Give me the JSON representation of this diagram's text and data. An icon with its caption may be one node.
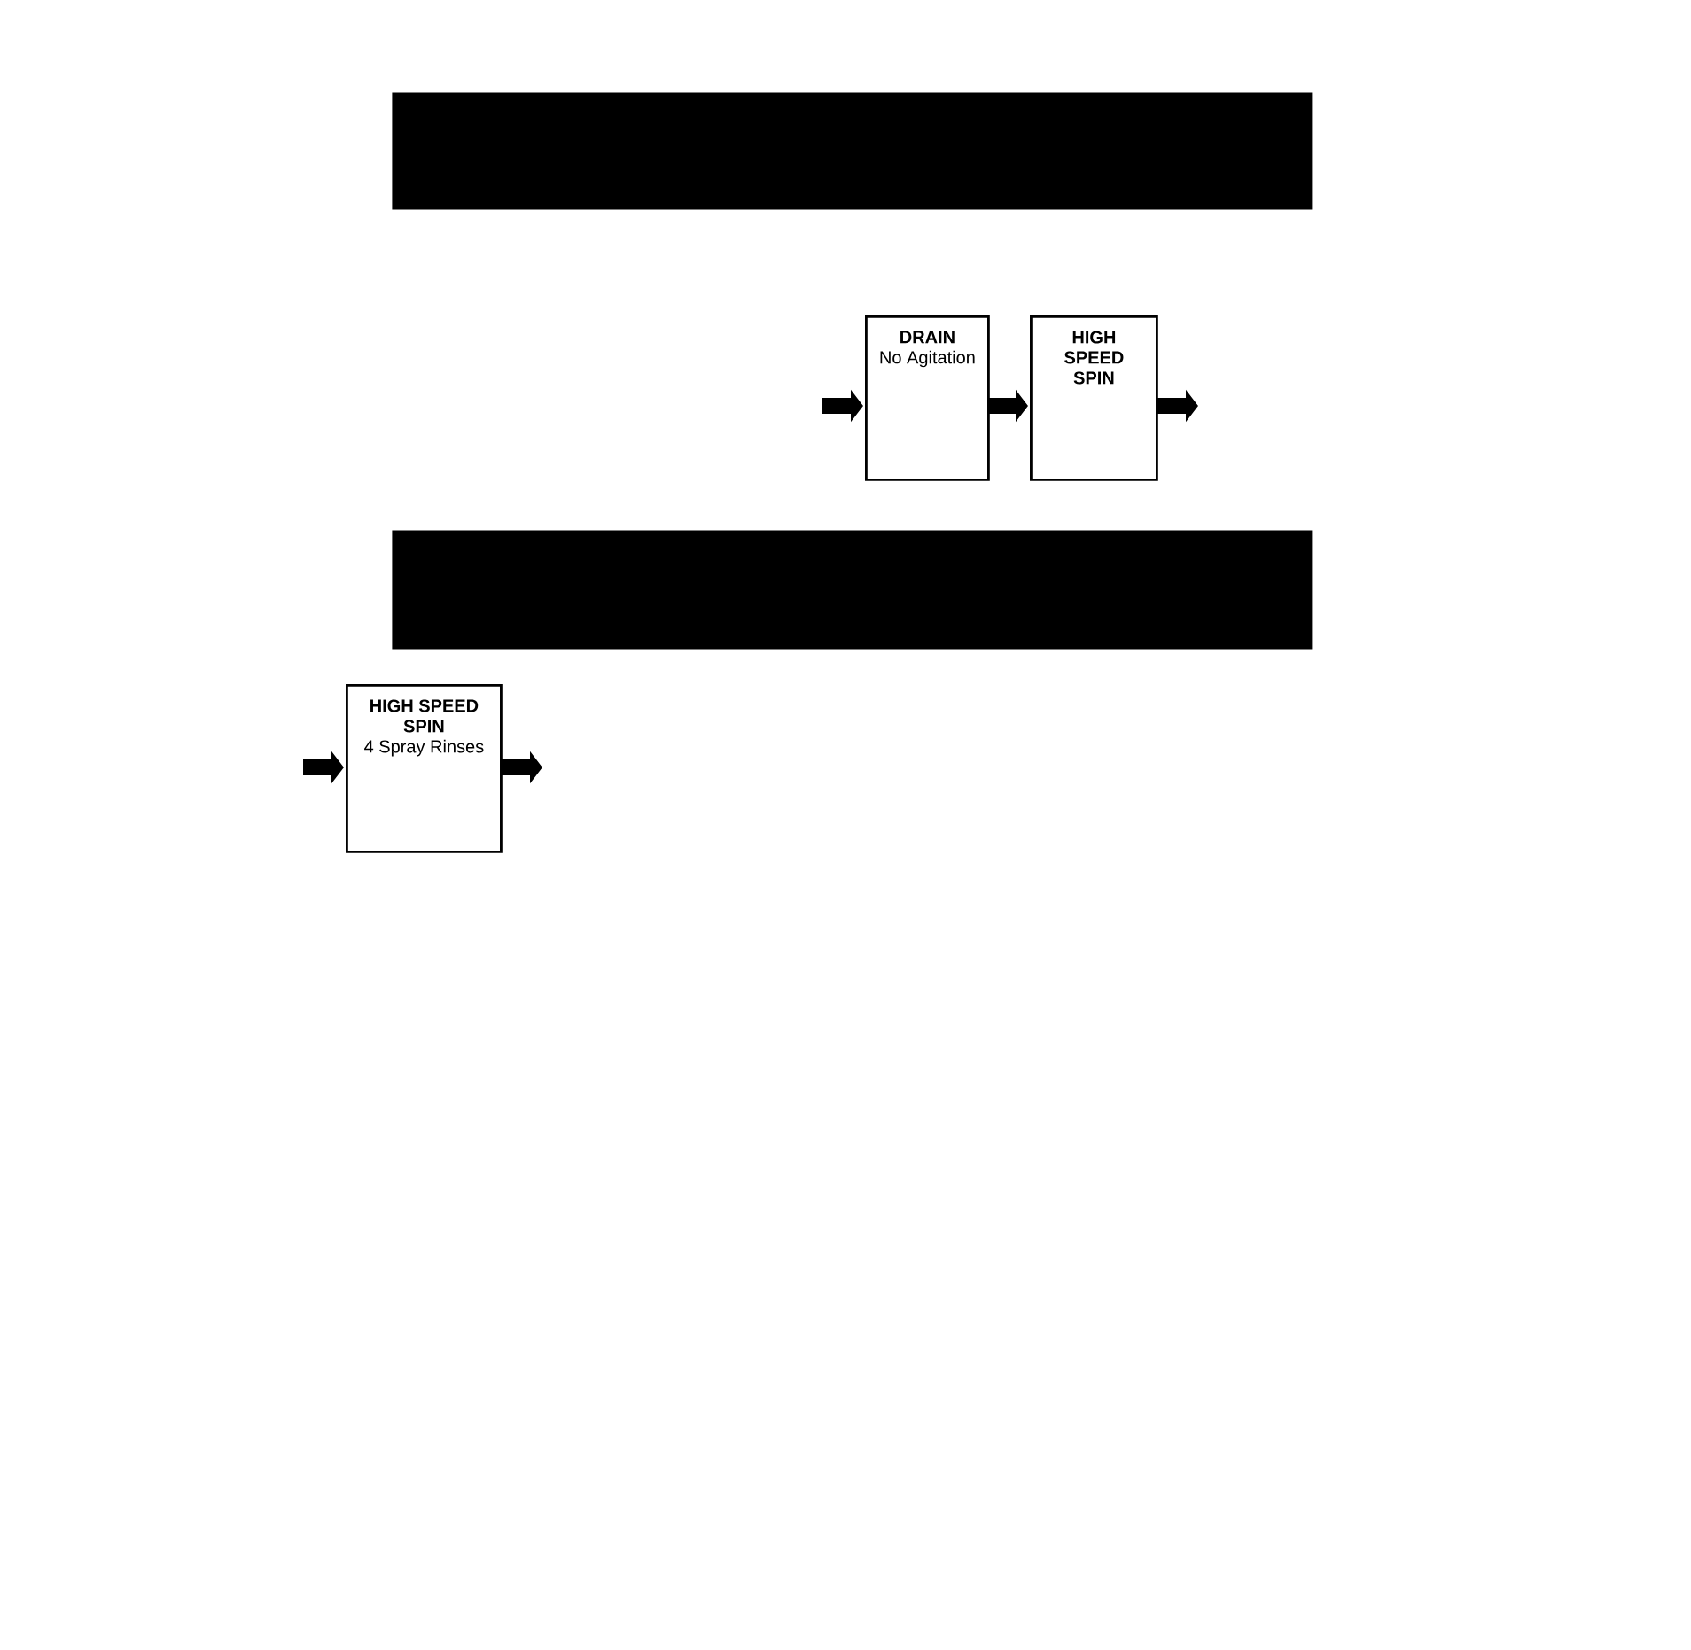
{
  "diagram": {
    "nodes": [
      {
        "text": [],
        "shape": "bar"
      },
      {
        "text": [
          "DRAIN",
          "No Agitation"
        ]
      },
      {
        "text": [
          "HIGH SPEED SPIN"
        ]
      },
      {
        "text": [],
        "shape": "bar"
      },
      {
        "text": [
          "HIGH SPEED SPIN",
          "4 Spray Rinses"
        ]
      }
    ],
    "edges": [
      {
        "from": null,
        "to": 1,
        "arrow": "to"
      },
      {
        "from": 1,
        "to": 2,
        "arrow": "to"
      },
      {
        "from": 2,
        "to": null,
        "arrow": "to"
      },
      {
        "from": null,
        "to": 4,
        "arrow": "to"
      },
      {
        "from": 4,
        "to": null,
        "arrow": "to"
      }
    ]
  }
}
